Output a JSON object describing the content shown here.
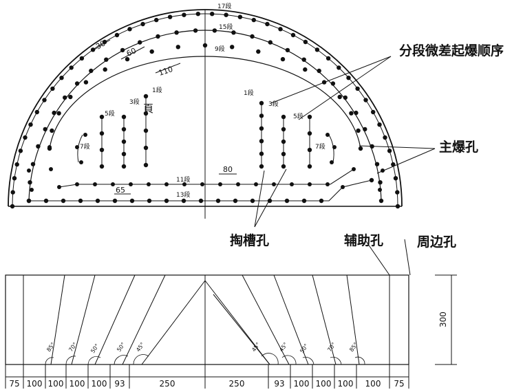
{
  "callouts": {
    "sequence": "分段微差起爆顺序",
    "main_holes": "主爆孔",
    "cut_holes": "掏槽孔",
    "auxiliary_holes": "辅助孔",
    "perimeter_holes": "周边孔"
  },
  "segments": {
    "s1_left": "1段",
    "s1_right": "1段",
    "s3_left": "3段",
    "s3_right": "3段",
    "s5_left": "5段",
    "s5_right": "5段",
    "s7_left": "7段",
    "s7_right": "7段",
    "s9": "9段",
    "s11": "11段",
    "s13": "13段",
    "s15": "15段",
    "s17": "17段"
  },
  "section_dims": {
    "d30": "30",
    "d60": "60",
    "d110": "110",
    "d80": "80",
    "d65": "65"
  },
  "bottom_dims": [
    "75",
    "100",
    "100",
    "100",
    "100",
    "93",
    "250",
    "250",
    "93",
    "100",
    "100",
    "100",
    "100",
    "75"
  ],
  "depth": "300",
  "cut_angles": [
    "85°",
    "70°",
    "50°",
    "50°",
    "45°",
    "45°",
    "45°",
    "50°",
    "70°",
    "85°"
  ],
  "center_glyph": "頁"
}
